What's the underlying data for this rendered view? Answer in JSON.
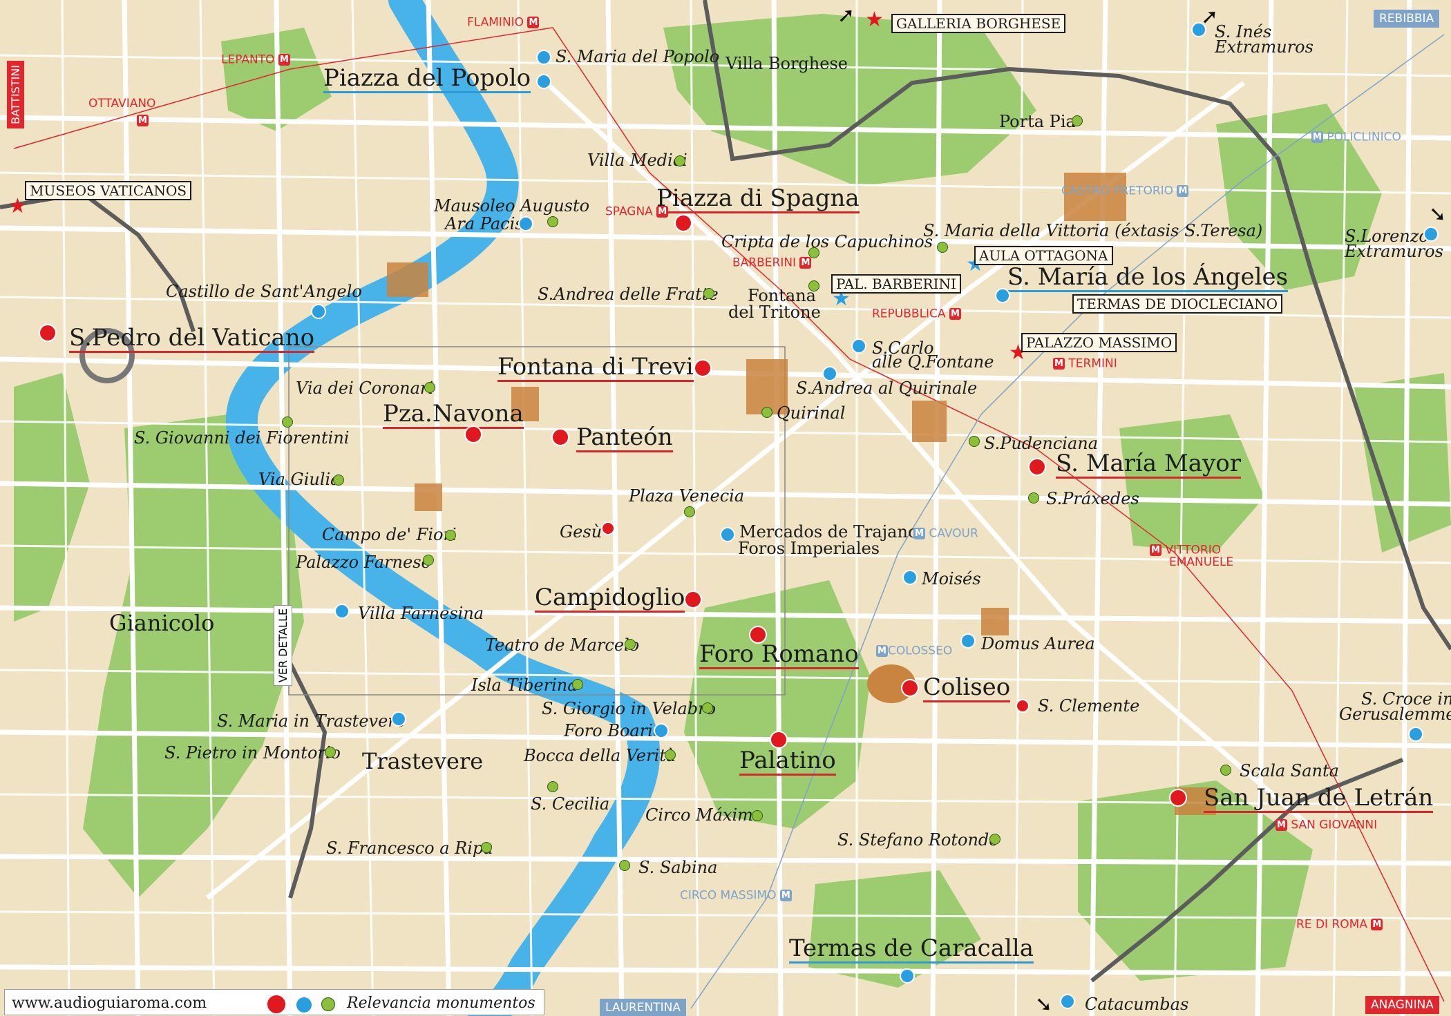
{
  "map": {
    "top_titles": {
      "galleria": "GALLERIA BORGHESE",
      "museos": "MUSEOS VATICANOS",
      "pal_barberini": "PAL. BARBERINI",
      "aula": "AULA OTTAGONA",
      "termas_dio": "TERMAS DE DIOCLECIANO",
      "palazzo_massimo": "PALAZZO MASSIMO"
    },
    "major": {
      "popolo": "Piazza del Popolo",
      "spagna": "Piazza di Spagna",
      "pedro": "S.Pedro del Vaticano",
      "trevi": "Fontana di Trevi",
      "navona": "Pza.Navona",
      "panteon": "Panteón",
      "angeles": "S. María de los Ángeles",
      "mayor": "S. María Mayor",
      "campidoglio": "Campidoglio",
      "foro": "Foro Romano",
      "coliseo": "Coliseo",
      "palatino": "Palatino",
      "letran": "San Juan de Letrán",
      "caracalla": "Termas de Caracalla"
    },
    "regions": {
      "gianicolo": "Gianicolo",
      "trastevere": "Trastevere"
    },
    "places": {
      "maria_popolo": "S. Maria del Popolo",
      "villa_borghese": "Villa Borghese",
      "ines": "S. Inés",
      "ines2": "Extramuros",
      "porta_pia": "Porta Pia",
      "villa_medici": "Villa Medici",
      "mausoleo": "Mausoleo Augusto",
      "ara_pacis": "Ara Pacis",
      "cripta": "Cripta de los Capuchinos",
      "vittoria": "S. Maria della Vittoria (éxtasis S.Teresa)",
      "lorenzo": "S.Lorenzo",
      "lorenzo2": "Extramuros",
      "santangelo": "Castillo de Sant'Angelo",
      "andrea_fratte": "S.Andrea delle Fratte",
      "tritone": "Fontana",
      "tritone2": "del Tritone",
      "carlo": "S.Carlo",
      "carlo2": "alle Q.Fontane",
      "andrea_quirinale": "S.Andrea al Quirinale",
      "quirinal": "Quirinal",
      "coronari": "Via dei Coronari",
      "fiorentini": "S. Giovanni dei Fiorentini",
      "pudenciana": "S.Pudenciana",
      "praxedes": "S.Práxedes",
      "giulia": "Via Giulia",
      "venecia": "Plaza Venecia",
      "trajano": "Mercados de Trajano",
      "foros": "Foros Imperiales",
      "gesu": "Gesù",
      "fiori": "Campo de' Fiori",
      "farnese": "Palazzo Farnese",
      "moises": "Moisés",
      "farnesina": "Villa Farnesina",
      "marcelo": "Teatro de Marcelo",
      "domus": "Domus Aurea",
      "tiberina": "Isla Tiberina",
      "croce": "S. Croce in",
      "croce2": "Gerusalemme",
      "trastevere_m": "S. Maria in Trastevere",
      "velabro": "S. Giorgio in Velabro",
      "clemente": "S. Clemente",
      "boario": "Foro Boario",
      "montorio": "S. Pietro in Montorio",
      "verita": "Bocca della Verità",
      "scala": "Scala Santa",
      "cecilia": "S. Cecilia",
      "circo": "Circo Máximo",
      "stefano": "S. Stefano Rotondo",
      "ripa": "S. Francesco a Ripa",
      "sabina": "S. Sabina",
      "catacumbas": "Catacumbas"
    },
    "metro": {
      "flaminio": "FLAMINIO",
      "lepanto": "LEPANTO",
      "ottaviano": "OTTAVIANO",
      "spagna": "SPAGNA",
      "barberini": "BARBERINI",
      "repubblica": "REPUBBLICA",
      "termini": "TERMINI",
      "policlinico": "POLICLINICO",
      "castro": "CASTRO PRETORIO",
      "cavour": "CAVOUR",
      "vittorio": "VITTORIO",
      "vittorio2": "EMANUELE",
      "colosseo": "COLOSSEO",
      "san_giovanni": "SAN GIOVANNI",
      "circo_massimo": "CIRCO MASSIMO",
      "re_di_roma": "RE DI ROMA",
      "icon": "M"
    },
    "edges": {
      "rebibbia": "REBIBBIA",
      "battistini": "BATTISTINI",
      "laurentina": "LAURENTINA",
      "anagnina": "ANAGNINA"
    },
    "ver_detalle": "VER DETALLE",
    "legend": {
      "site": "www.audioguiaroma.com",
      "relevance": "Relevancia monumentos"
    },
    "colors": {
      "high": "#e0191f",
      "medium": "#2a9fe0",
      "low": "#8cbf3a",
      "river": "#47b3e8",
      "park": "#9ccb70",
      "road": "#ffffff",
      "block": "#efe3c4",
      "metro_a": "#e0272d",
      "metro_b": "#7ea3c9"
    }
  }
}
